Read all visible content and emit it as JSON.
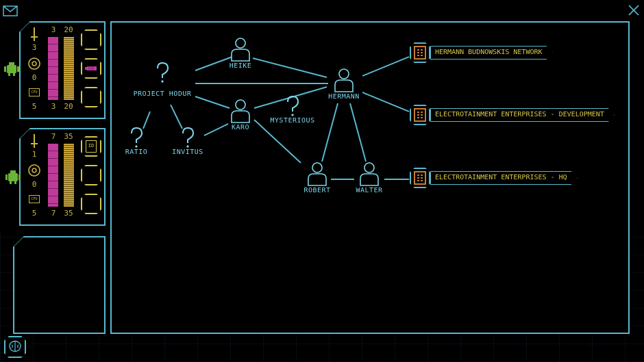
{
  "colors": {
    "accent": "#58b9cf",
    "text": "#7fd6ea",
    "gold": "#d6c74a",
    "magenta": "#c03a9a",
    "orange": "#e08a3a",
    "green": "#6ab535"
  },
  "agents": [
    {
      "attack": "3",
      "defense": "0",
      "cpu": "5",
      "bar1_top": "3",
      "bar2_top": "20",
      "bar1_bottom": "3",
      "bar2_bottom": "20",
      "slots": [
        "",
        "data-stick-icon",
        ""
      ]
    },
    {
      "attack": "1",
      "defense": "0",
      "cpu": "5",
      "bar1_top": "7",
      "bar2_top": "35",
      "bar1_bottom": "7",
      "bar2_bottom": "35",
      "slots": [
        "ID",
        "",
        ""
      ]
    }
  ],
  "graph": {
    "nodes": [
      {
        "id": "heike",
        "label": "HEIKE",
        "type": "person"
      },
      {
        "id": "hermann",
        "label": "HERMANN",
        "type": "person"
      },
      {
        "id": "karo",
        "label": "KARO",
        "type": "person"
      },
      {
        "id": "robert",
        "label": "ROBERT",
        "type": "person"
      },
      {
        "id": "walter",
        "label": "WALTER",
        "type": "person"
      },
      {
        "id": "hodur",
        "label": "PROJECT HODUR",
        "type": "unknown"
      },
      {
        "id": "ratio",
        "label": "RATIO",
        "type": "unknown"
      },
      {
        "id": "invitus",
        "label": "INVITUS",
        "type": "unknown"
      },
      {
        "id": "mysterious",
        "label": "MYSTERIOUS",
        "type": "unknown"
      }
    ],
    "networks": [
      {
        "id": "net1",
        "label": "HERMANN BUDNOWSKIS NETWORK"
      },
      {
        "id": "net2",
        "label": "ELECTROTAINMENT ENTERPRISES - DEVELOPMENT"
      },
      {
        "id": "net3",
        "label": "ELECTROTAINMENT ENTERPRISES - HQ"
      }
    ],
    "edges": [
      [
        "hodur",
        "heike"
      ],
      [
        "hodur",
        "hermann"
      ],
      [
        "hodur",
        "karo"
      ],
      [
        "hodur",
        "ratio"
      ],
      [
        "hodur",
        "invitus"
      ],
      [
        "invitus",
        "karo"
      ],
      [
        "heike",
        "hermann"
      ],
      [
        "karo",
        "hermann"
      ],
      [
        "karo",
        "robert"
      ],
      [
        "hermann",
        "robert"
      ],
      [
        "hermann",
        "walter"
      ],
      [
        "robert",
        "walter"
      ],
      [
        "hermann",
        "net1"
      ],
      [
        "hermann",
        "net2"
      ],
      [
        "walter",
        "net3"
      ]
    ]
  }
}
